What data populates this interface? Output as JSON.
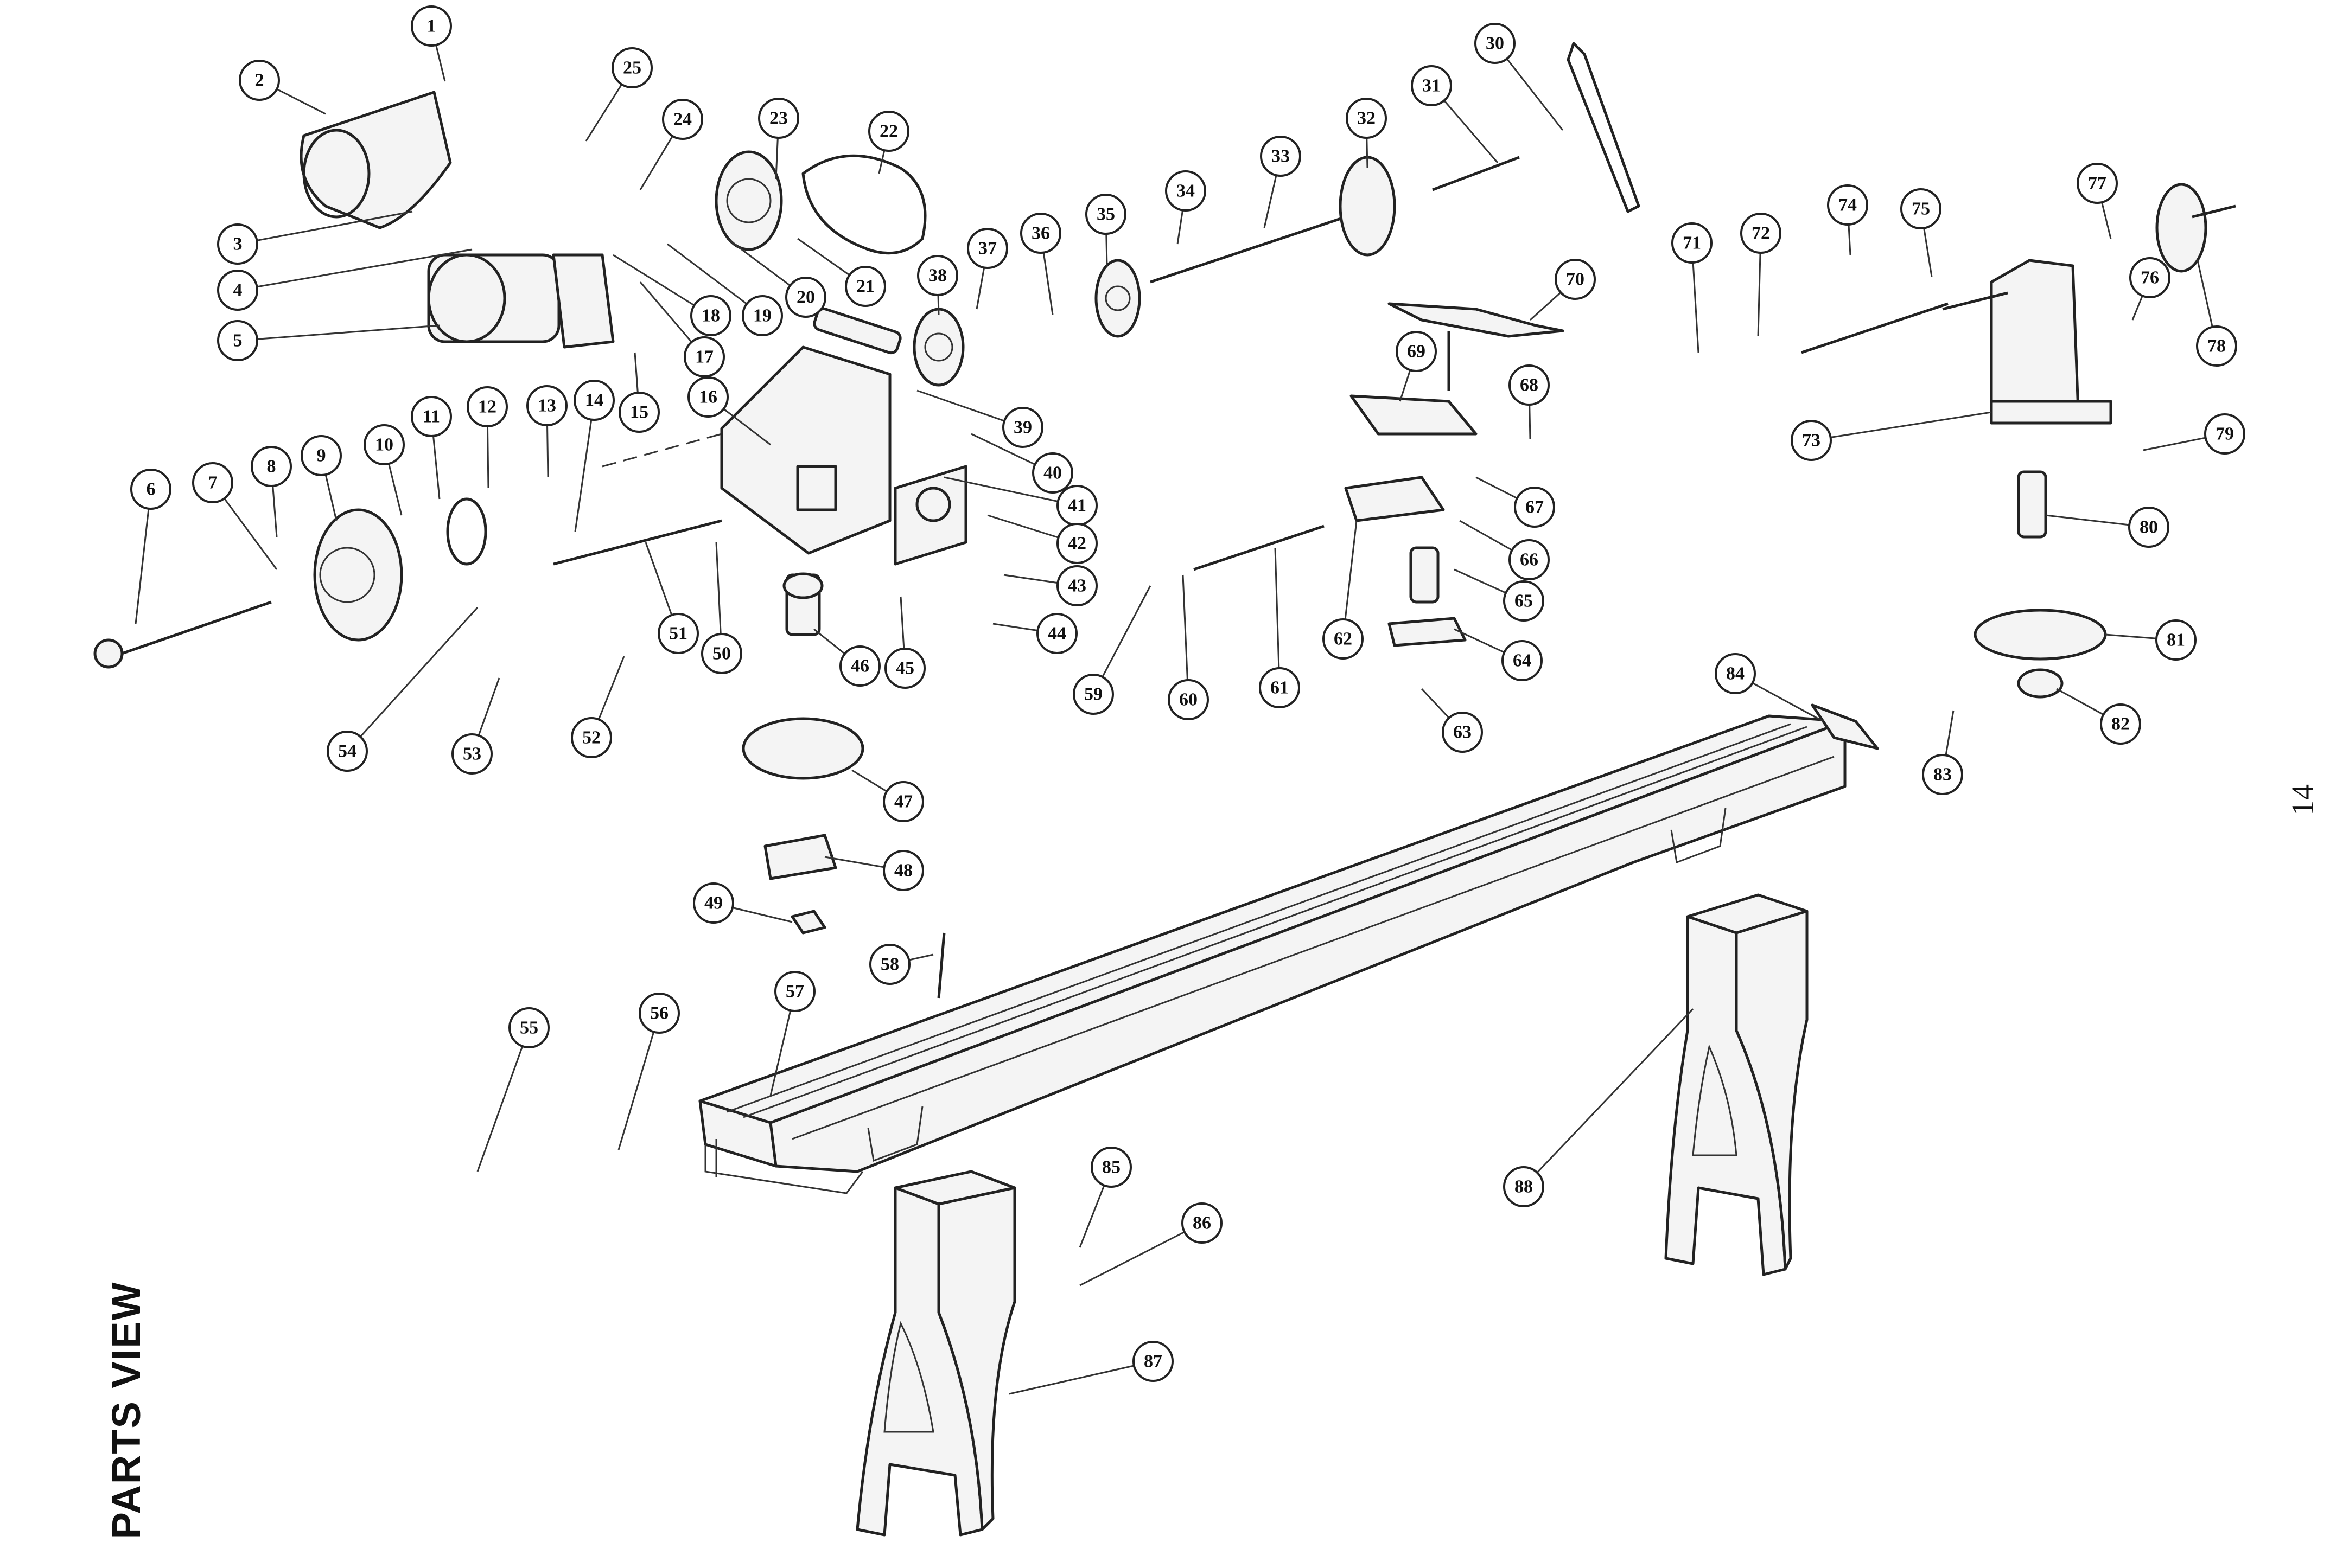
{
  "page": {
    "side_title": "PARTS VIEW",
    "page_number": "14"
  },
  "diagram": {
    "callouts": [
      "1",
      "2",
      "3",
      "4",
      "5",
      "6",
      "7",
      "8",
      "9",
      "10",
      "11",
      "12",
      "13",
      "14",
      "15",
      "16",
      "17",
      "18",
      "19",
      "20",
      "21",
      "22",
      "23",
      "24",
      "25",
      "30",
      "31",
      "32",
      "33",
      "34",
      "35",
      "36",
      "37",
      "38",
      "39",
      "40",
      "41",
      "42",
      "43",
      "44",
      "45",
      "46",
      "47",
      "48",
      "49",
      "50",
      "51",
      "52",
      "53",
      "54",
      "55",
      "56",
      "57",
      "58",
      "59",
      "60",
      "61",
      "62",
      "63",
      "64",
      "65",
      "66",
      "67",
      "68",
      "69",
      "70",
      "71",
      "72",
      "73",
      "74",
      "75",
      "76",
      "77",
      "78",
      "79",
      "80",
      "81",
      "82",
      "83",
      "84",
      "85",
      "86",
      "87",
      "88"
    ]
  }
}
